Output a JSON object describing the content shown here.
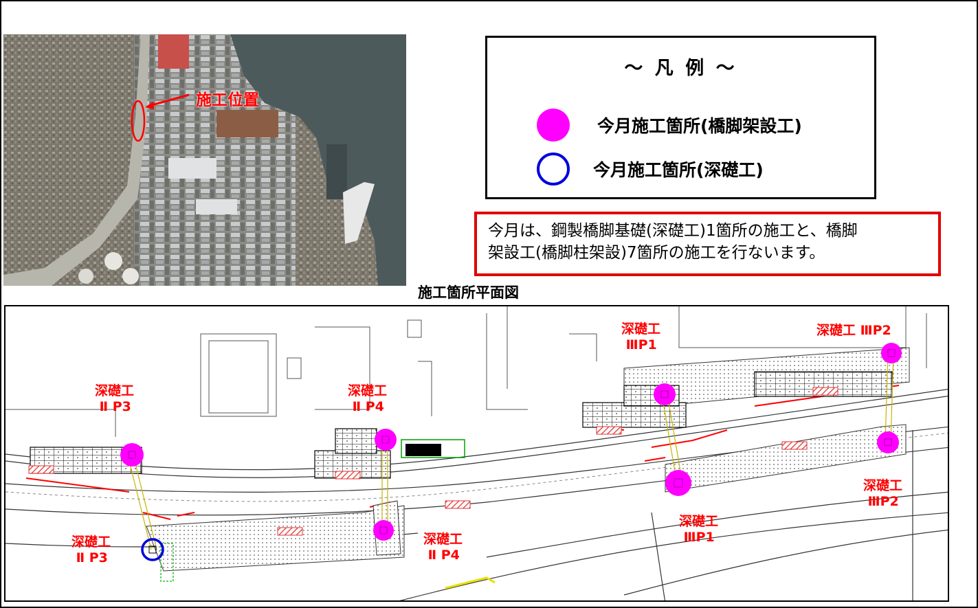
{
  "aerial": {
    "location_label": "施工位置",
    "label_color": "#ff0000"
  },
  "legend": {
    "title": "～ 凡 例 ～",
    "items": [
      {
        "icon": "filled-magenta-circle",
        "color": "#ff00ff",
        "label": "今月施工箇所(橋脚架設工)"
      },
      {
        "icon": "blue-ring",
        "color": "#0000dd",
        "label": "今月施工箇所(深礎工)"
      }
    ]
  },
  "note": {
    "line1": "今月は、鋼製橋脚基礎(深礎工)1箇所の施工と、橋脚",
    "line2": "架設工(橋脚柱架設)7箇所の施工を行ないます。",
    "border_color": "#e00000"
  },
  "plan": {
    "title": "施工箇所平面図",
    "labels": [
      {
        "id": "II-P3-top",
        "line1": "深礎工",
        "line2": " Ⅱ P3"
      },
      {
        "id": "II-P4-top",
        "line1": "深礎工",
        "line2": " Ⅱ P4"
      },
      {
        "id": "III-P1-top",
        "line1": "深礎工",
        "line2": " ⅢP1"
      },
      {
        "id": "III-P2-top",
        "line1": "深礎工 ⅢP2",
        "line2": ""
      },
      {
        "id": "II-P3-bottom",
        "line1": "深礎工",
        "line2": " Ⅱ P3"
      },
      {
        "id": "II-P4-bottom",
        "line1": "深礎工",
        "line2": " Ⅱ P4"
      },
      {
        "id": "III-P1-bottom",
        "line1": "深礎工",
        "line2": " ⅢP1"
      },
      {
        "id": "III-P2-bottom",
        "line1": "深礎工",
        "line2": " ⅢP2"
      }
    ],
    "pier_marker_color": "#ff00ff",
    "foundation_marker_color": "#0000dd",
    "label_color": "#ff0000"
  }
}
